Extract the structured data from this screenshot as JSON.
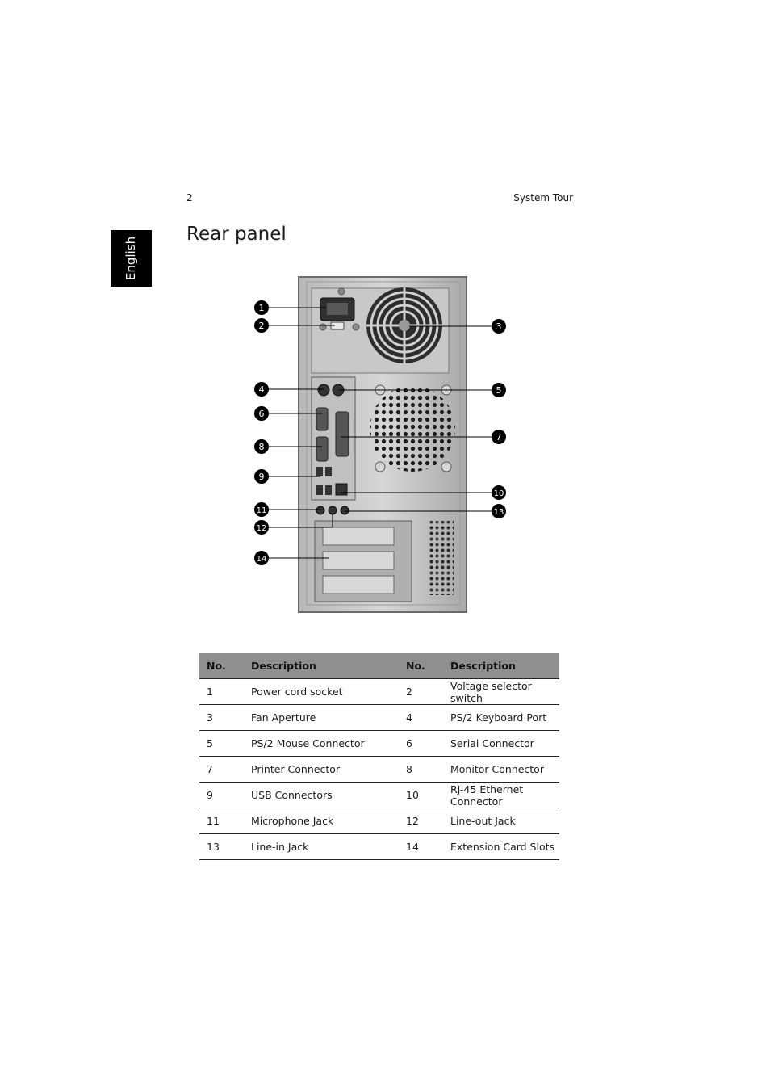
{
  "header": {
    "page_number": "2",
    "running_title": "System Tour"
  },
  "side_tab": {
    "label": "English"
  },
  "section": {
    "title": "Rear panel"
  },
  "figure": {
    "callouts": [
      "1",
      "2",
      "3",
      "4",
      "5",
      "6",
      "7",
      "8",
      "9",
      "10",
      "11",
      "12",
      "13",
      "14"
    ]
  },
  "table": {
    "headers": [
      "No.",
      "Description",
      "No.",
      "Description"
    ],
    "rows": [
      [
        "1",
        "Power cord socket",
        "2",
        "Voltage selector switch"
      ],
      [
        "3",
        "Fan Aperture",
        "4",
        "PS/2 Keyboard Port"
      ],
      [
        "5",
        "PS/2 Mouse Connector",
        "6",
        "Serial Connector"
      ],
      [
        "7",
        "Printer Connector",
        "8",
        "Monitor Connector"
      ],
      [
        "9",
        "USB Connectors",
        "10",
        "RJ-45 Ethernet Connector"
      ],
      [
        "11",
        "Microphone Jack",
        "12",
        "Line-out Jack"
      ],
      [
        "13",
        "Line-in Jack",
        "14",
        "Extension Card Slots"
      ]
    ]
  }
}
